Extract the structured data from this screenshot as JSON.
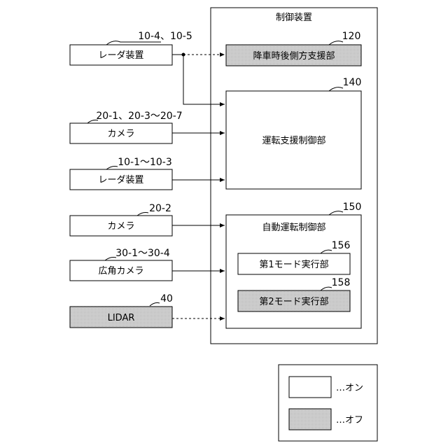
{
  "control_device": {
    "title": "制御装置"
  },
  "blocks": {
    "radar_a": {
      "label": "レーダ装置",
      "ref": "10-4、10-5",
      "state": "on"
    },
    "camera_a": {
      "label": "カメラ",
      "ref": "20-1、20-3～20-7",
      "state": "on"
    },
    "radar_b": {
      "label": "レーダ装置",
      "ref": "10-1～10-3",
      "state": "on"
    },
    "camera_b": {
      "label": "カメラ",
      "ref": "20-2",
      "state": "on"
    },
    "wide_camera": {
      "label": "広角カメラ",
      "ref": "30-1～30-4",
      "state": "on"
    },
    "lidar": {
      "label": "LIDAR",
      "ref": "40",
      "state": "off"
    },
    "descent_support": {
      "label": "降車時後側方支援部",
      "ref": "120",
      "state": "off"
    },
    "driving_support": {
      "label": "運転支援制御部",
      "ref": "140",
      "state": "on"
    },
    "auto_driving": {
      "label": "自動運転制御部",
      "ref": "150",
      "state": "on"
    },
    "mode1": {
      "label": "第1モード実行部",
      "ref": "156",
      "state": "on"
    },
    "mode2": {
      "label": "第2モード実行部",
      "ref": "158",
      "state": "off"
    }
  },
  "legend": {
    "on": {
      "label": "…オン"
    },
    "off": {
      "label": "…オフ"
    }
  },
  "colors": {
    "line": "#000000",
    "off_fill": "#c8c8c8"
  }
}
